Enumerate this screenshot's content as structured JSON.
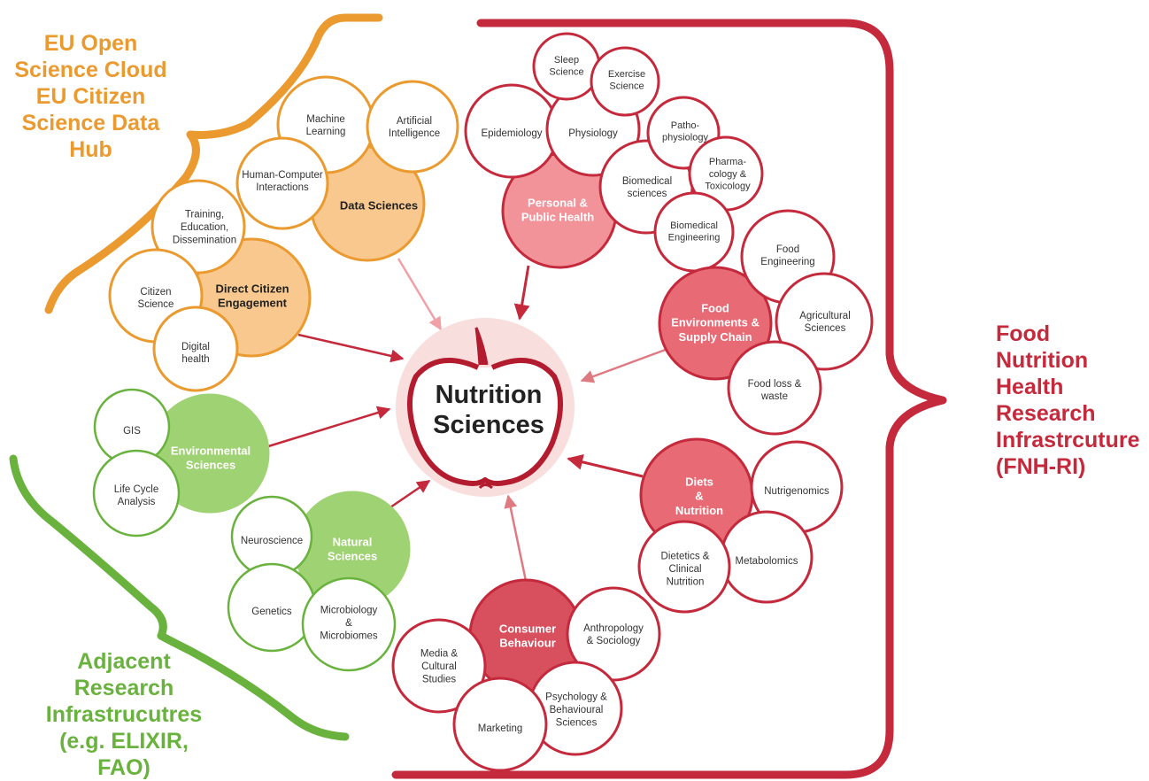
{
  "colors": {
    "orange": "#ea9a2f",
    "orange_fill": "#f8c88e",
    "green": "#6ab23e",
    "green_fill": "#9fd273",
    "red": "#c4293c",
    "red_light_fill": "#f2939a",
    "red_mid_fill": "#e86a75",
    "red_dark_fill": "#d8505e",
    "center_fill": "#f9dede",
    "apple": "#b31c2e"
  },
  "side_labels": {
    "eu": "EU Open\nScience Cloud\nEU Citizen\nScience Data\nHub",
    "adjacent": "Adjacent\nResearch\nInfrastrucutres\n(e.g. ELIXIR,\nFAO)",
    "fnh": "Food\nNutrition\nHealth\nResearch\nInfrastrcuture\n(FNH-RI)"
  },
  "center": {
    "lines": [
      "Nutrition",
      "Sciences"
    ]
  },
  "hubs": {
    "data_sciences": [
      "Data Sciences"
    ],
    "direct_citizen": [
      "Direct Citizen",
      "Engagement"
    ],
    "environmental": [
      "Environmental",
      "Sciences"
    ],
    "natural": [
      "Natural",
      "Sciences"
    ],
    "personal_public": [
      "Personal &",
      "Public Health"
    ],
    "food_env": [
      "Food",
      "Environments &",
      "Supply Chain"
    ],
    "diets": [
      "Diets",
      "&",
      "Nutrition"
    ],
    "consumer": [
      "Consumer",
      "Behaviour"
    ]
  },
  "subs": {
    "machine_learning": [
      "Machine",
      "Learning"
    ],
    "artificial_intelligence": [
      "Artificial",
      "Intelligence"
    ],
    "hci": [
      "Human-Computer",
      "Interactions"
    ],
    "training": [
      "Training,",
      "Education,",
      "Dissemination"
    ],
    "citizen_science": [
      "Citizen",
      "Science"
    ],
    "digital_health": [
      "Digital",
      "health"
    ],
    "gis": [
      "GIS"
    ],
    "life_cycle": [
      "Life Cycle",
      "Analysis"
    ],
    "neuroscience": [
      "Neuroscience"
    ],
    "genetics": [
      "Genetics"
    ],
    "microbiology": [
      "Microbiology",
      "&",
      "Microbiomes"
    ],
    "sleep_science": [
      "Sleep",
      "Science"
    ],
    "exercise_science": [
      "Exercise",
      "Science"
    ],
    "epidemiology": [
      "Epidemiology"
    ],
    "physiology": [
      "Physiology"
    ],
    "pathophysiology": [
      "Patho-",
      "physiology"
    ],
    "pharmacology": [
      "Pharma-",
      "cology &",
      "Toxicology"
    ],
    "biomedical_sciences": [
      "Biomedical",
      "sciences"
    ],
    "biomedical_engineering": [
      "Biomedical",
      "Engineering"
    ],
    "food_engineering": [
      "Food",
      "Engineering"
    ],
    "agricultural": [
      "Agricultural",
      "Sciences"
    ],
    "food_loss": [
      "Food loss &",
      "waste"
    ],
    "nutrigenomics": [
      "Nutrigenomics"
    ],
    "metabolomics": [
      "Metabolomics"
    ],
    "dietetics": [
      "Dietetics &",
      "Clinical",
      "Nutrition"
    ],
    "anthropology": [
      "Anthropology",
      "& Sociology"
    ],
    "media": [
      "Media &",
      "Cultural",
      "Studies"
    ],
    "psychology": [
      "Psychology &",
      "Behavioural",
      "Sciences"
    ],
    "marketing": [
      "Marketing"
    ]
  }
}
